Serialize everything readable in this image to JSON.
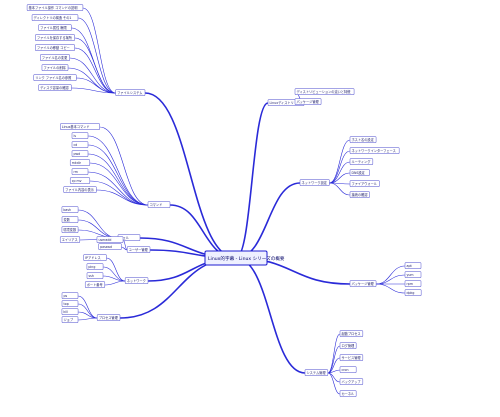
{
  "central_topic": "Linux的字幕 - Linux シリーズの概要",
  "colors": {
    "branch": "#2a2ad8",
    "node_border": "#6f6fd8",
    "root_fill": "#eef0ff"
  },
  "branches": [
    {
      "label": "ファイルシステム",
      "children": [
        "基本ファイル操作 コマンドの説明",
        "ディレクトリの構造 その1",
        "ファイル属性 権限",
        "ファイルを保存する場所",
        "ファイルの移動 コピー",
        "ファイル名の変更",
        "ファイルの削除",
        "リンク ファイル名の参照",
        "ディスク容量の確認"
      ]
    },
    {
      "label": "コマンド",
      "children": [
        "Linux基本コマンド",
        "ls",
        "cd",
        "pwd",
        "mkdir",
        "rm",
        "cp mv",
        "ファイル内容の表示"
      ]
    },
    {
      "label": "シェル",
      "children": [
        "bash",
        "変数",
        "環境変数",
        "エイリアス"
      ]
    },
    {
      "label": "ネットワーク",
      "children": [
        "IPアドレス",
        "ping",
        "ssh",
        "ポート番号"
      ]
    },
    {
      "label": "プロセス管理",
      "children": [
        "ps",
        "top",
        "kill",
        "ジョブ"
      ]
    },
    {
      "label": "ユーザー管理",
      "children": [
        "useradd",
        "passwd"
      ]
    },
    {
      "label": "Linuxディストリ",
      "children": [
        "ディストリビューションの違いと特徴",
        "パッケージ管理"
      ]
    },
    {
      "label": "ネットワーク設定",
      "children": [
        "ホスト名の設定",
        "ネットワークインターフェース",
        "ルーティング",
        "DNS設定",
        "ファイアウォール",
        "接続の確認"
      ]
    },
    {
      "label": "パッケージ管理",
      "children": [
        "apt",
        "yum",
        "rpm",
        "dpkg"
      ]
    },
    {
      "label": "システム管理",
      "children": [
        "起動プロセス",
        "ログ管理",
        "サービス管理",
        "cron",
        "バックアップ",
        "カーネル"
      ]
    }
  ]
}
